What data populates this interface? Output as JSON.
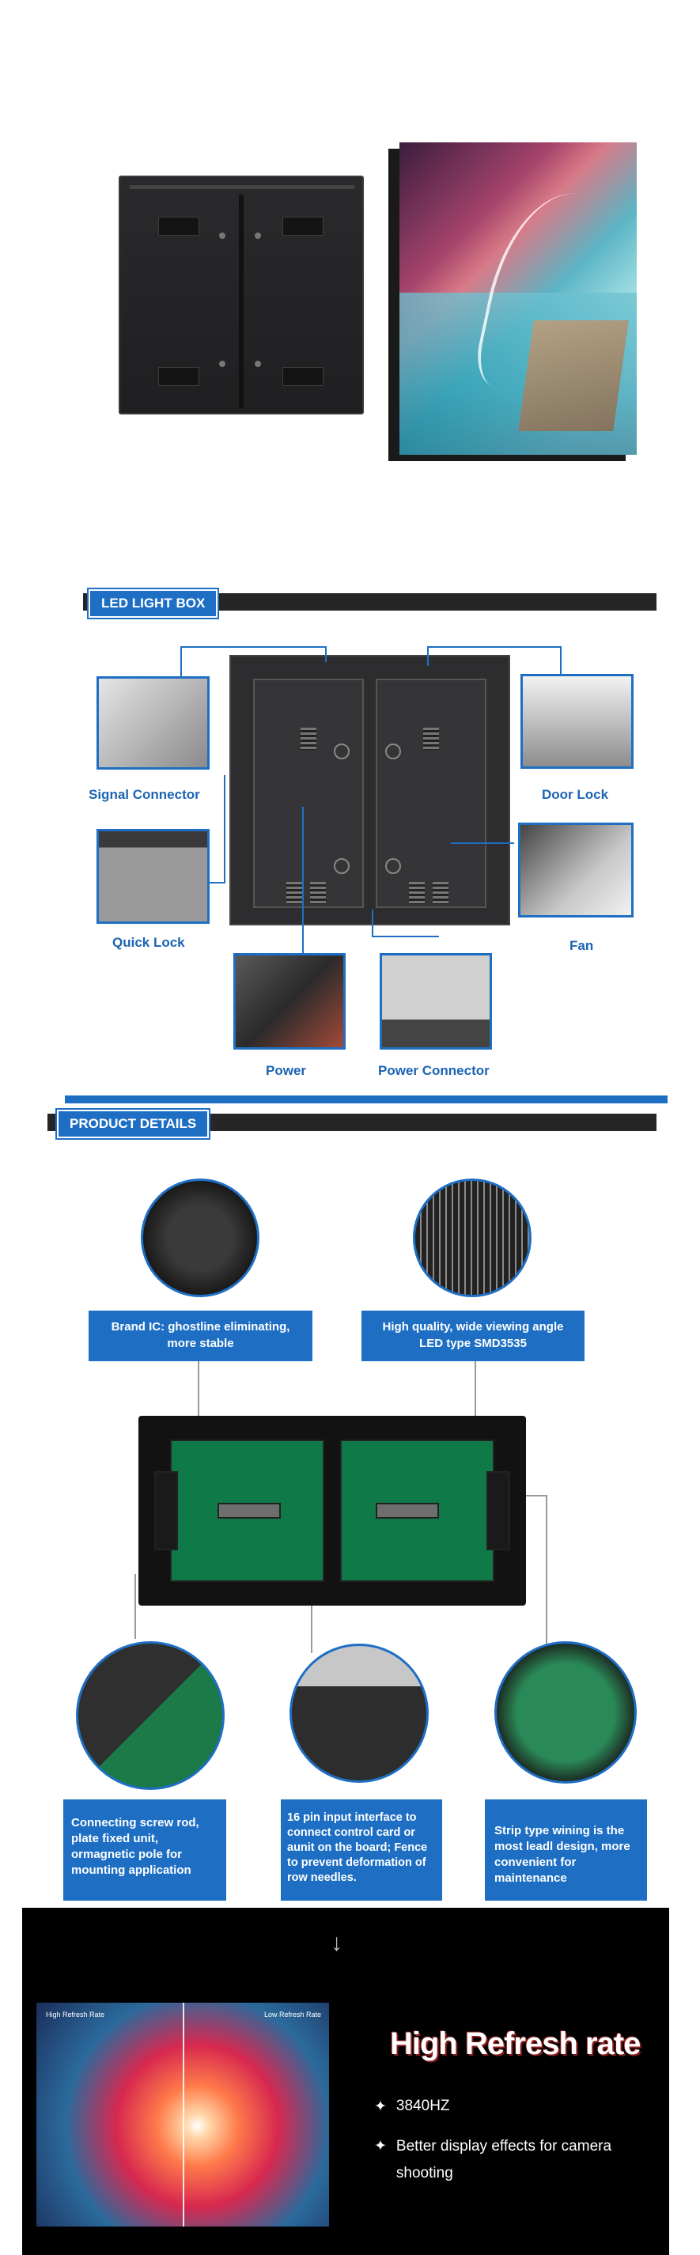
{
  "led_light_box": {
    "label": "LED LIGHT BOX",
    "callouts": {
      "signal_connector": "Signal Connector",
      "door_lock": "Door Lock",
      "quick_lock": "Quick Lock",
      "fan": "Fan",
      "power": "Power",
      "power_connector": "Power Connector"
    }
  },
  "product_details": {
    "label": "PRODUCT DETAILS",
    "top_captions": {
      "brand_ic": "Brand IC: ghostline eliminating, more stable",
      "led_type": "High quality, wide viewing angle LED type SMD3535"
    },
    "bottom_captions": {
      "screw_rod": "Connecting screw rod, plate fixed unit, ormagnetic pole for mounting application",
      "pin_interface": "16 pin input interface to connect control card or aunit on the board; Fence to prevent deformation of row needles.",
      "wiring": "Strip type wining is the most leadl design, more convenient for maintenance"
    }
  },
  "refresh": {
    "arrow": "↓",
    "title": "High Refresh rate",
    "bullets": [
      {
        "mark": "✦",
        "text": "3840HZ"
      },
      {
        "mark": "✦",
        "text": "Better display effects for camera shooting"
      }
    ],
    "image_tags": {
      "left": "High Refresh Rate",
      "right": "Low Refresh Rate"
    }
  },
  "colors": {
    "accent_blue": "#1e6fc4",
    "dark_bar": "#262626",
    "background": "#ffffff"
  }
}
